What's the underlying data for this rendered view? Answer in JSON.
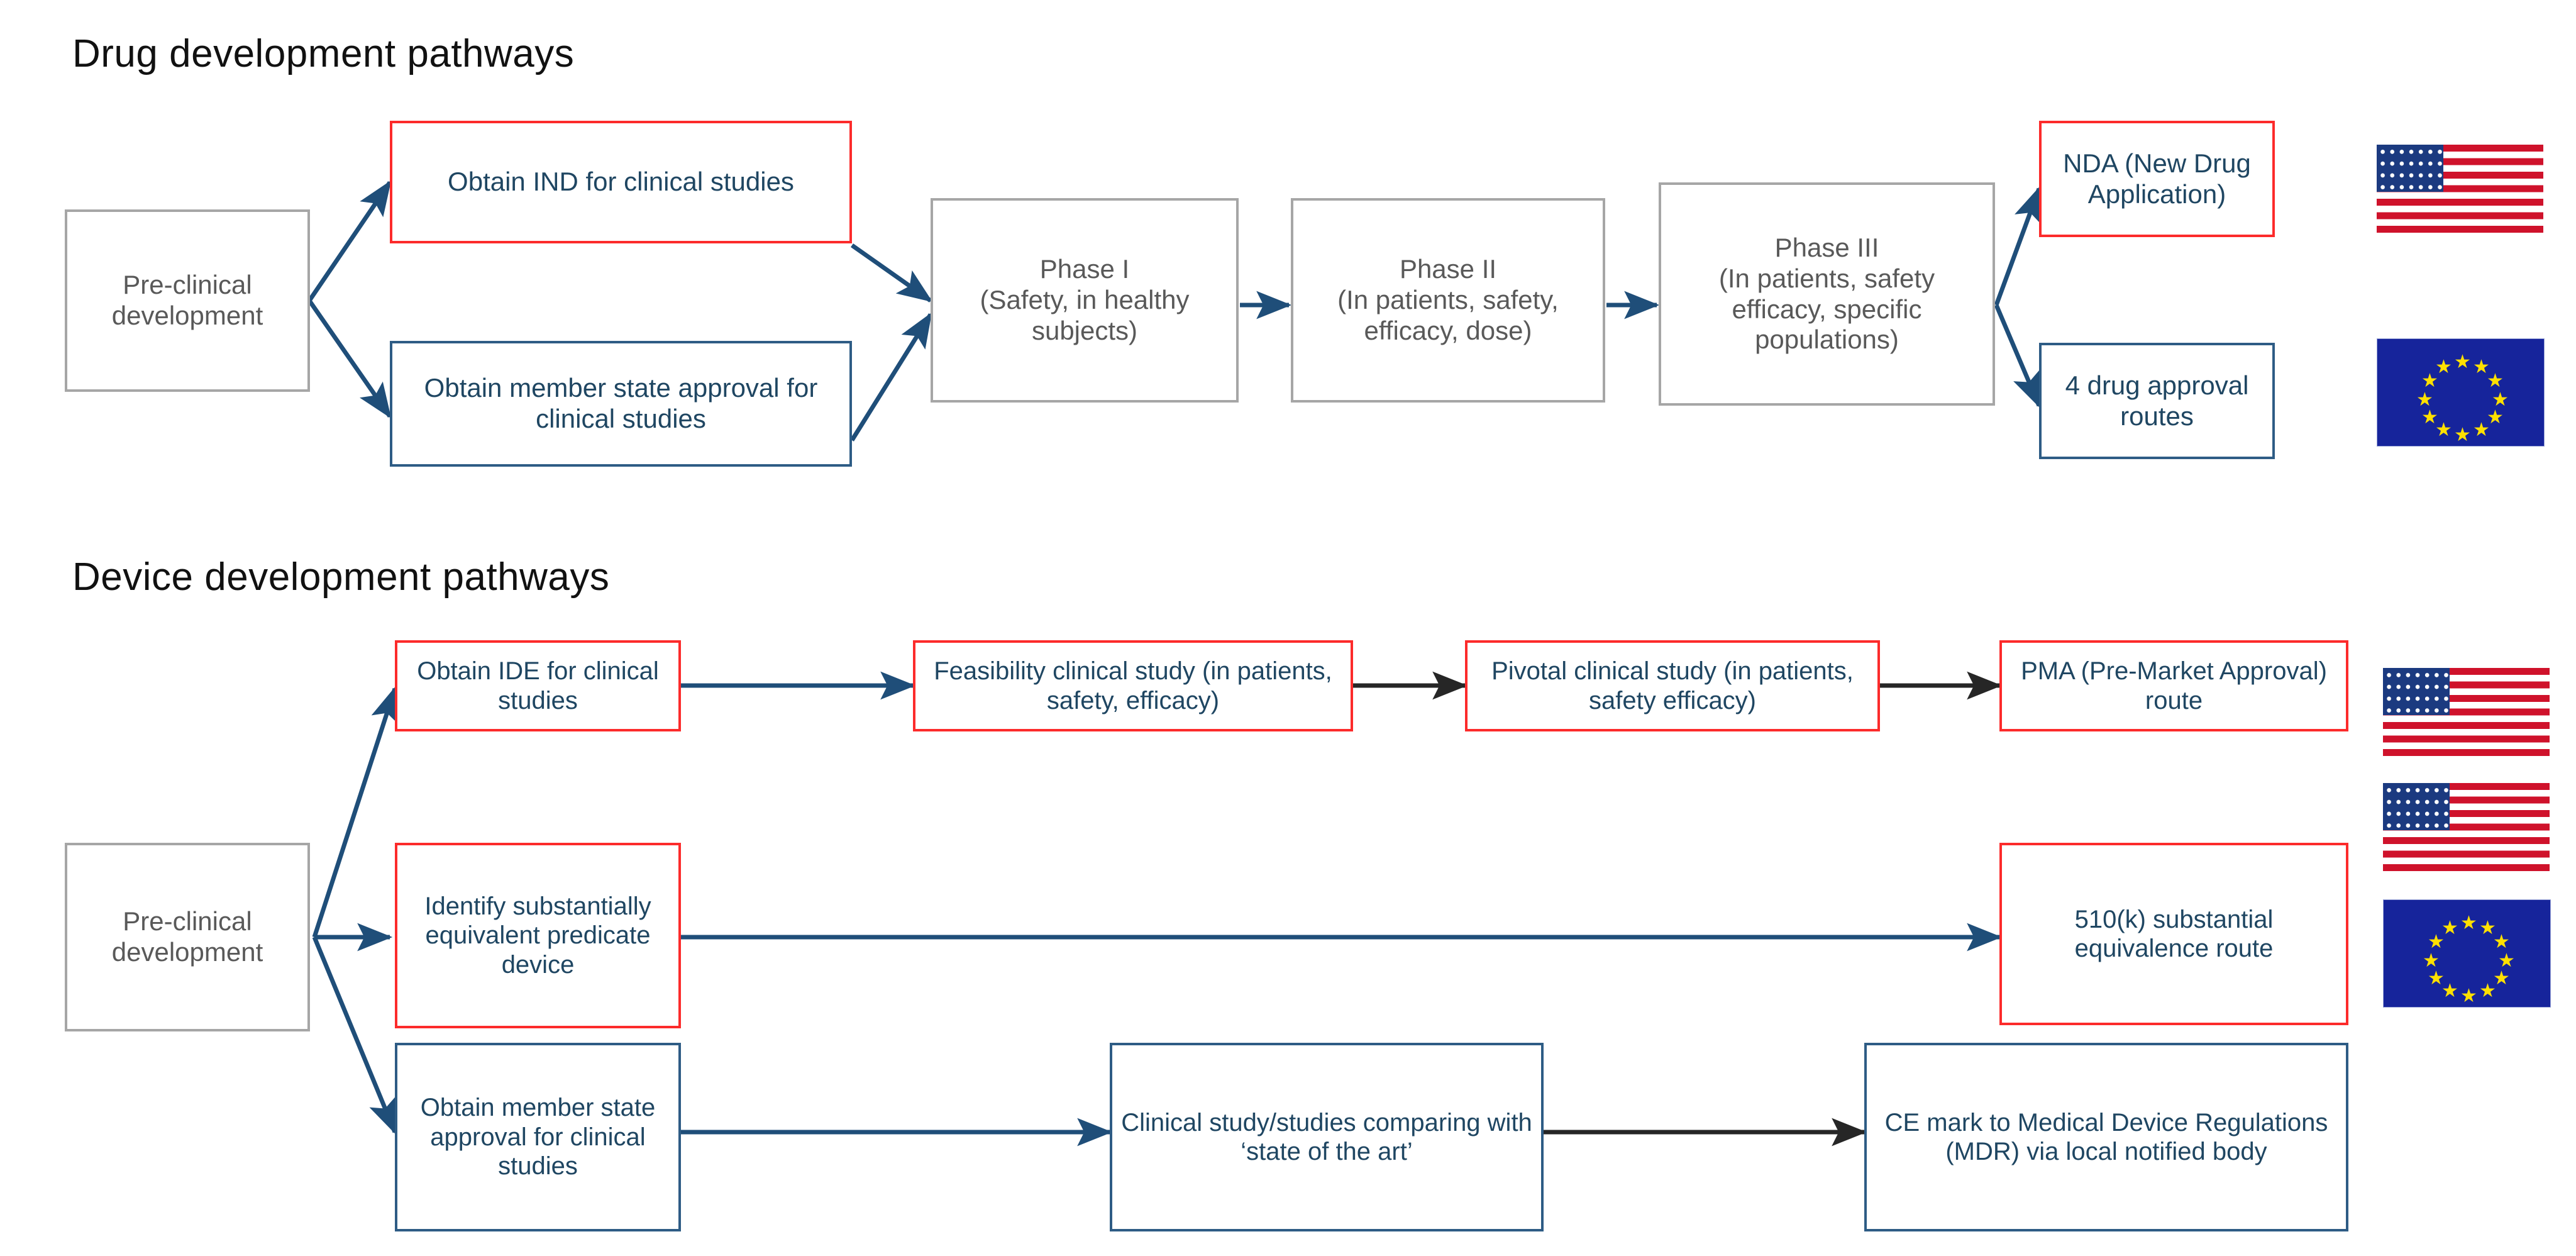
{
  "titles": {
    "drug": "Drug development pathways",
    "device": "Device development pathways"
  },
  "colors": {
    "gray_border": "#a6a6a6",
    "gray_text": "#595959",
    "red_border": "#fc2b2b",
    "blue_border": "#2e5c85",
    "blue_text": "#1f4662",
    "arrow_blue": "#1f4e79",
    "arrow_dark": "#262626",
    "us_red": "#cf122b",
    "us_blue": "#1b3a80",
    "eu_blue": "#16249b",
    "eu_yellow": "#ffe000"
  },
  "drug_pathway": {
    "preclinical": "Pre-clinical development",
    "ind": "Obtain IND for clinical studies",
    "member_state": "Obtain member state approval for clinical studies",
    "phase1": "Phase I\n(Safety, in healthy subjects)",
    "phase2": "Phase II\n(In patients, safety, efficacy, dose)",
    "phase3": "Phase III\n(In patients, safety efficacy, specific populations)",
    "nda": "NDA (New Drug Application)",
    "eu_routes": "4 drug approval routes",
    "flag_us": "us-flag",
    "flag_eu": "eu-flag"
  },
  "device_pathway": {
    "preclinical": "Pre-clinical development",
    "ide": "Obtain IDE for clinical studies",
    "feasibility": "Feasibility clinical study (in patients, safety, efficacy)",
    "pivotal": "Pivotal clinical study (in patients, safety efficacy)",
    "pma": "PMA (Pre-Market Approval) route",
    "predicate": "Identify substantially equivalent predicate device",
    "five_ten_k": "510(k) substantial equivalence route",
    "member_state": "Obtain member state approval  for clinical studies",
    "clinical_study": "Clinical study/studies comparing with ‘state of the art’",
    "ce_mark": "CE mark to Medical Device Regulations (MDR) via local notified body",
    "flag_us_pma": "us-flag",
    "flag_us_510k": "us-flag",
    "flag_eu": "eu-flag"
  }
}
